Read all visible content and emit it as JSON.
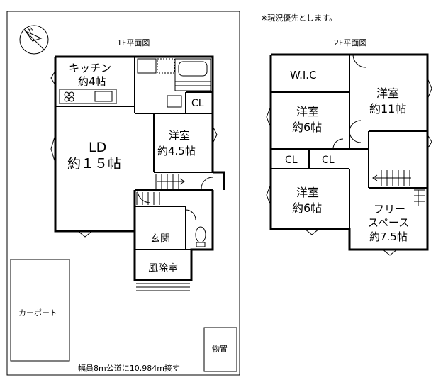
{
  "note": "※現況優先とします。",
  "compass": {
    "north_label": "N"
  },
  "floor1": {
    "title": "1F平面図",
    "rooms": {
      "kitchen_name": "キッチン",
      "kitchen_size": "約4帖",
      "ld_name": "LD",
      "ld_size": "約１５帖",
      "western_name": "洋室",
      "western_size": "約4.5帖",
      "closet": "CL",
      "entrance": "玄関",
      "windbreak": "風除室"
    }
  },
  "floor2": {
    "title": "2F平面図",
    "rooms": {
      "wic": "W.I.C",
      "room_a_name": "洋室",
      "room_a_size": "約11帖",
      "room_b_name": "洋室",
      "room_b_size": "約6帖",
      "closet_1": "CL",
      "closet_2": "CL",
      "room_c_name": "洋室",
      "room_c_size": "約6帖",
      "free_name_1": "フリー",
      "free_name_2": "スペース",
      "free_size": "約7.5帖"
    }
  },
  "site": {
    "carport": "カーポート",
    "storage": "物置",
    "road_note": "幅員8m公道に10.984m接す"
  }
}
